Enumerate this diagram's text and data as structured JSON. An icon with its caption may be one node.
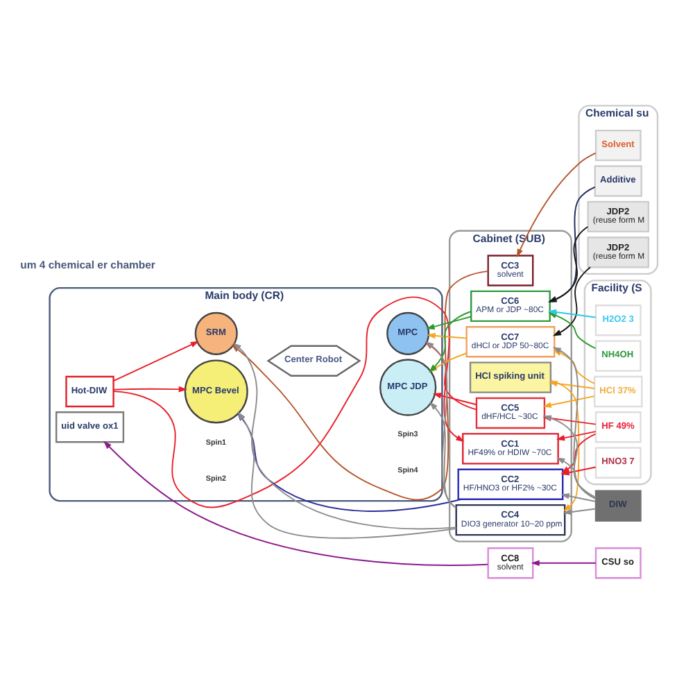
{
  "diagram": {
    "nodes": [
      {
        "text": [
          "CC8",
          "solvent"
        ]
      },
      {
        "text": [
          "CSU so"
        ]
      },
      {
        "text": [
          "Main body (CR)"
        ]
      },
      {
        "text": [
          "uid valve ox1"
        ],
        "in": 2
      },
      {
        "text": [
          "SRM"
        ],
        "in": 2
      },
      {
        "text": [
          "MPC"
        ],
        "in": 2
      },
      {
        "text": [
          "Hot-DIW"
        ],
        "in": 2
      },
      {
        "text": [
          "Center Robot"
        ],
        "in": 2
      },
      {
        "text": [
          "MPC Bevel"
        ],
        "in": 2
      },
      {
        "text": [
          "MPC JDP"
        ],
        "in": 2
      },
      {
        "text": [
          "Cabinet (SUB)"
        ]
      },
      {
        "text": [
          "CC3",
          "solvent"
        ],
        "in": 10
      },
      {
        "text": [
          "CC5",
          "dHF/HCL ~30C"
        ],
        "in": 10
      },
      {
        "text": [
          "CC7",
          "dHCl or JDP 50~80C"
        ],
        "in": 10
      },
      {
        "text": [
          "CC6",
          "APM or JDP ~80C"
        ],
        "in": 10
      },
      {
        "text": [
          "CC2",
          "HF/HNO3 or HF2% ~30C"
        ],
        "in": 10
      },
      {
        "text": [
          "CC1",
          "HF49% or HDIW ~70C"
        ],
        "in": 10
      },
      {
        "text": [
          "CC4",
          "DIO3 generator 10~20 ppm"
        ],
        "in": 10
      },
      {
        "text": [
          "HCl spiking unit"
        ],
        "in": 10
      },
      {
        "text": [
          "Chemical su"
        ]
      },
      {
        "text": [
          "Solvent"
        ],
        "in": 19
      },
      {
        "text": [
          "Additive"
        ],
        "in": 19
      },
      {
        "text": [
          "JDP2",
          "(reuse form M"
        ],
        "in": 19
      },
      {
        "text": [
          "JDP2",
          "(reuse form M"
        ],
        "in": 19
      },
      {
        "text": [
          "Facility (S"
        ]
      },
      {
        "text": [
          "HCl 37%"
        ],
        "in": 24
      },
      {
        "text": [
          "NH4OH"
        ],
        "in": 24
      },
      {
        "text": [
          "H2O2 3"
        ],
        "in": 24
      },
      {
        "text": [
          "HNO3 7"
        ],
        "in": 24
      },
      {
        "text": [
          "HF 49%"
        ],
        "in": 24
      },
      {
        "text": [
          "DIW"
        ]
      }
    ],
    "edges": [
      {
        "from": 1,
        "to": 0,
        "arrow": "to",
        "color": "#8b1a8b"
      },
      {
        "from": 0,
        "to": 3,
        "arrow": "to",
        "color": "#8b1a8b"
      },
      {
        "from": 20,
        "to": 11,
        "arrow": "to",
        "color": "#b5562b"
      },
      {
        "from": 11,
        "to": 4,
        "arrow": "to",
        "color": "#b5562b"
      },
      {
        "from": 6,
        "to": 4,
        "arrow": "to",
        "color": "#e8202a"
      },
      {
        "from": 6,
        "to": 8,
        "arrow": "to",
        "color": "#e8202a"
      },
      {
        "from": 6,
        "to": 16,
        "arrow": "to",
        "color": "#e8202a"
      },
      {
        "from": 15,
        "to": 8,
        "arrow": "to",
        "color": "#2e2e9a"
      },
      {
        "from": 12,
        "to": 5,
        "arrow": "to",
        "color": "#e8202a"
      },
      {
        "from": 12,
        "to": 9,
        "arrow": "to",
        "color": "#e8202a"
      },
      {
        "from": 14,
        "to": 5,
        "arrow": "to",
        "color": "#2e9a2e"
      },
      {
        "from": 14,
        "to": 9,
        "arrow": "to",
        "color": "#2e9a2e"
      },
      {
        "from": 13,
        "to": 5,
        "arrow": "to",
        "color": "#f5a623"
      },
      {
        "from": 13,
        "to": 9,
        "arrow": "to",
        "color": "#f5a623"
      },
      {
        "from": 17,
        "to": 4,
        "arrow": "to",
        "color": "#8c8c8c"
      },
      {
        "from": 17,
        "to": 5,
        "arrow": "to",
        "color": "#8c8c8c"
      },
      {
        "from": 17,
        "to": 8,
        "arrow": "to",
        "color": "#8c8c8c"
      },
      {
        "from": 17,
        "to": 9,
        "arrow": "to",
        "color": "#8c8c8c"
      },
      {
        "from": 22,
        "to": 13,
        "arrow": "to",
        "color": "#1a1a1a"
      },
      {
        "from": 23,
        "to": 14,
        "arrow": "to",
        "color": "#1a1a1a"
      },
      {
        "from": 21,
        "to": 14,
        "arrow": "to",
        "color": "#1f2a5a"
      },
      {
        "from": 25,
        "to": 12,
        "arrow": "to",
        "color": "#f5a623"
      },
      {
        "from": 25,
        "to": 13,
        "arrow": "to",
        "color": "#f5a623"
      },
      {
        "from": 25,
        "to": 18,
        "arrow": "to",
        "color": "#f5a623"
      },
      {
        "from": 18,
        "to": 17,
        "arrow": "to",
        "color": "#f5a623"
      },
      {
        "from": 26,
        "to": 14,
        "arrow": "to",
        "color": "#2e9a2e"
      },
      {
        "from": 27,
        "to": 14,
        "arrow": "to",
        "color": "#2ec8e6"
      },
      {
        "from": 28,
        "to": 15,
        "arrow": "to",
        "color": "#e8202a"
      },
      {
        "from": 29,
        "to": 15,
        "arrow": "to",
        "color": "#e8202a"
      },
      {
        "from": 29,
        "to": 16,
        "arrow": "to",
        "color": "#e8202a"
      },
      {
        "from": 29,
        "to": 12,
        "arrow": "to",
        "color": "#e8202a"
      },
      {
        "from": 30,
        "to": 17,
        "arrow": "to",
        "color": "#8c8c8c"
      },
      {
        "from": 30,
        "to": 16,
        "arrow": "to",
        "color": "#8c8c8c"
      },
      {
        "from": 30,
        "to": 15,
        "arrow": "to",
        "color": "#8c8c8c"
      },
      {
        "from": 30,
        "to": 13,
        "arrow": "to",
        "color": "#8c8c8c"
      },
      {
        "from": 30,
        "to": 12,
        "arrow": "to",
        "color": "#8c8c8c"
      }
    ],
    "labels": [
      "Spin1",
      "Spin3",
      "Spin2",
      "Spin4",
      "um 4 chemical er chamber"
    ]
  }
}
